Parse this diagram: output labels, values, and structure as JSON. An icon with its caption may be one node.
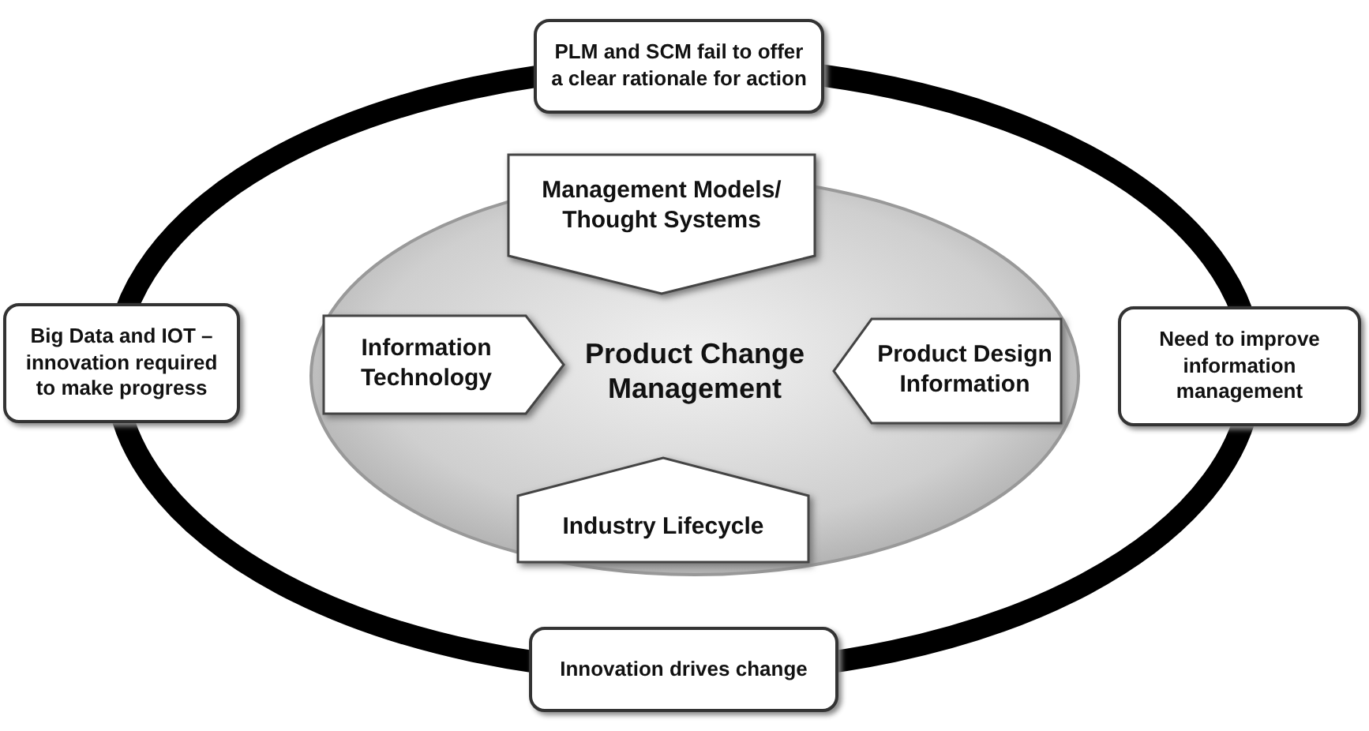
{
  "diagram": {
    "nodes": [
      {
        "text": [
          "PLM and SCM fail to offer a clear rationale for action"
        ]
      },
      {
        "text": [
          "Big Data and IOT – innovation required to make progress"
        ]
      },
      {
        "text": [
          "Need to improve information management"
        ]
      },
      {
        "text": [
          "Innovation drives change"
        ]
      },
      {
        "text": [
          "Product Change Management"
        ]
      },
      {
        "text": [
          "Management Models/ Thought Systems"
        ]
      },
      {
        "text": [
          "Information Technology"
        ],
        "in": 4
      },
      {
        "text": [
          "Product Design Information"
        ],
        "in": 4
      },
      {
        "text": [
          "Industry Lifecycle"
        ],
        "in": 4
      }
    ],
    "edges": []
  }
}
